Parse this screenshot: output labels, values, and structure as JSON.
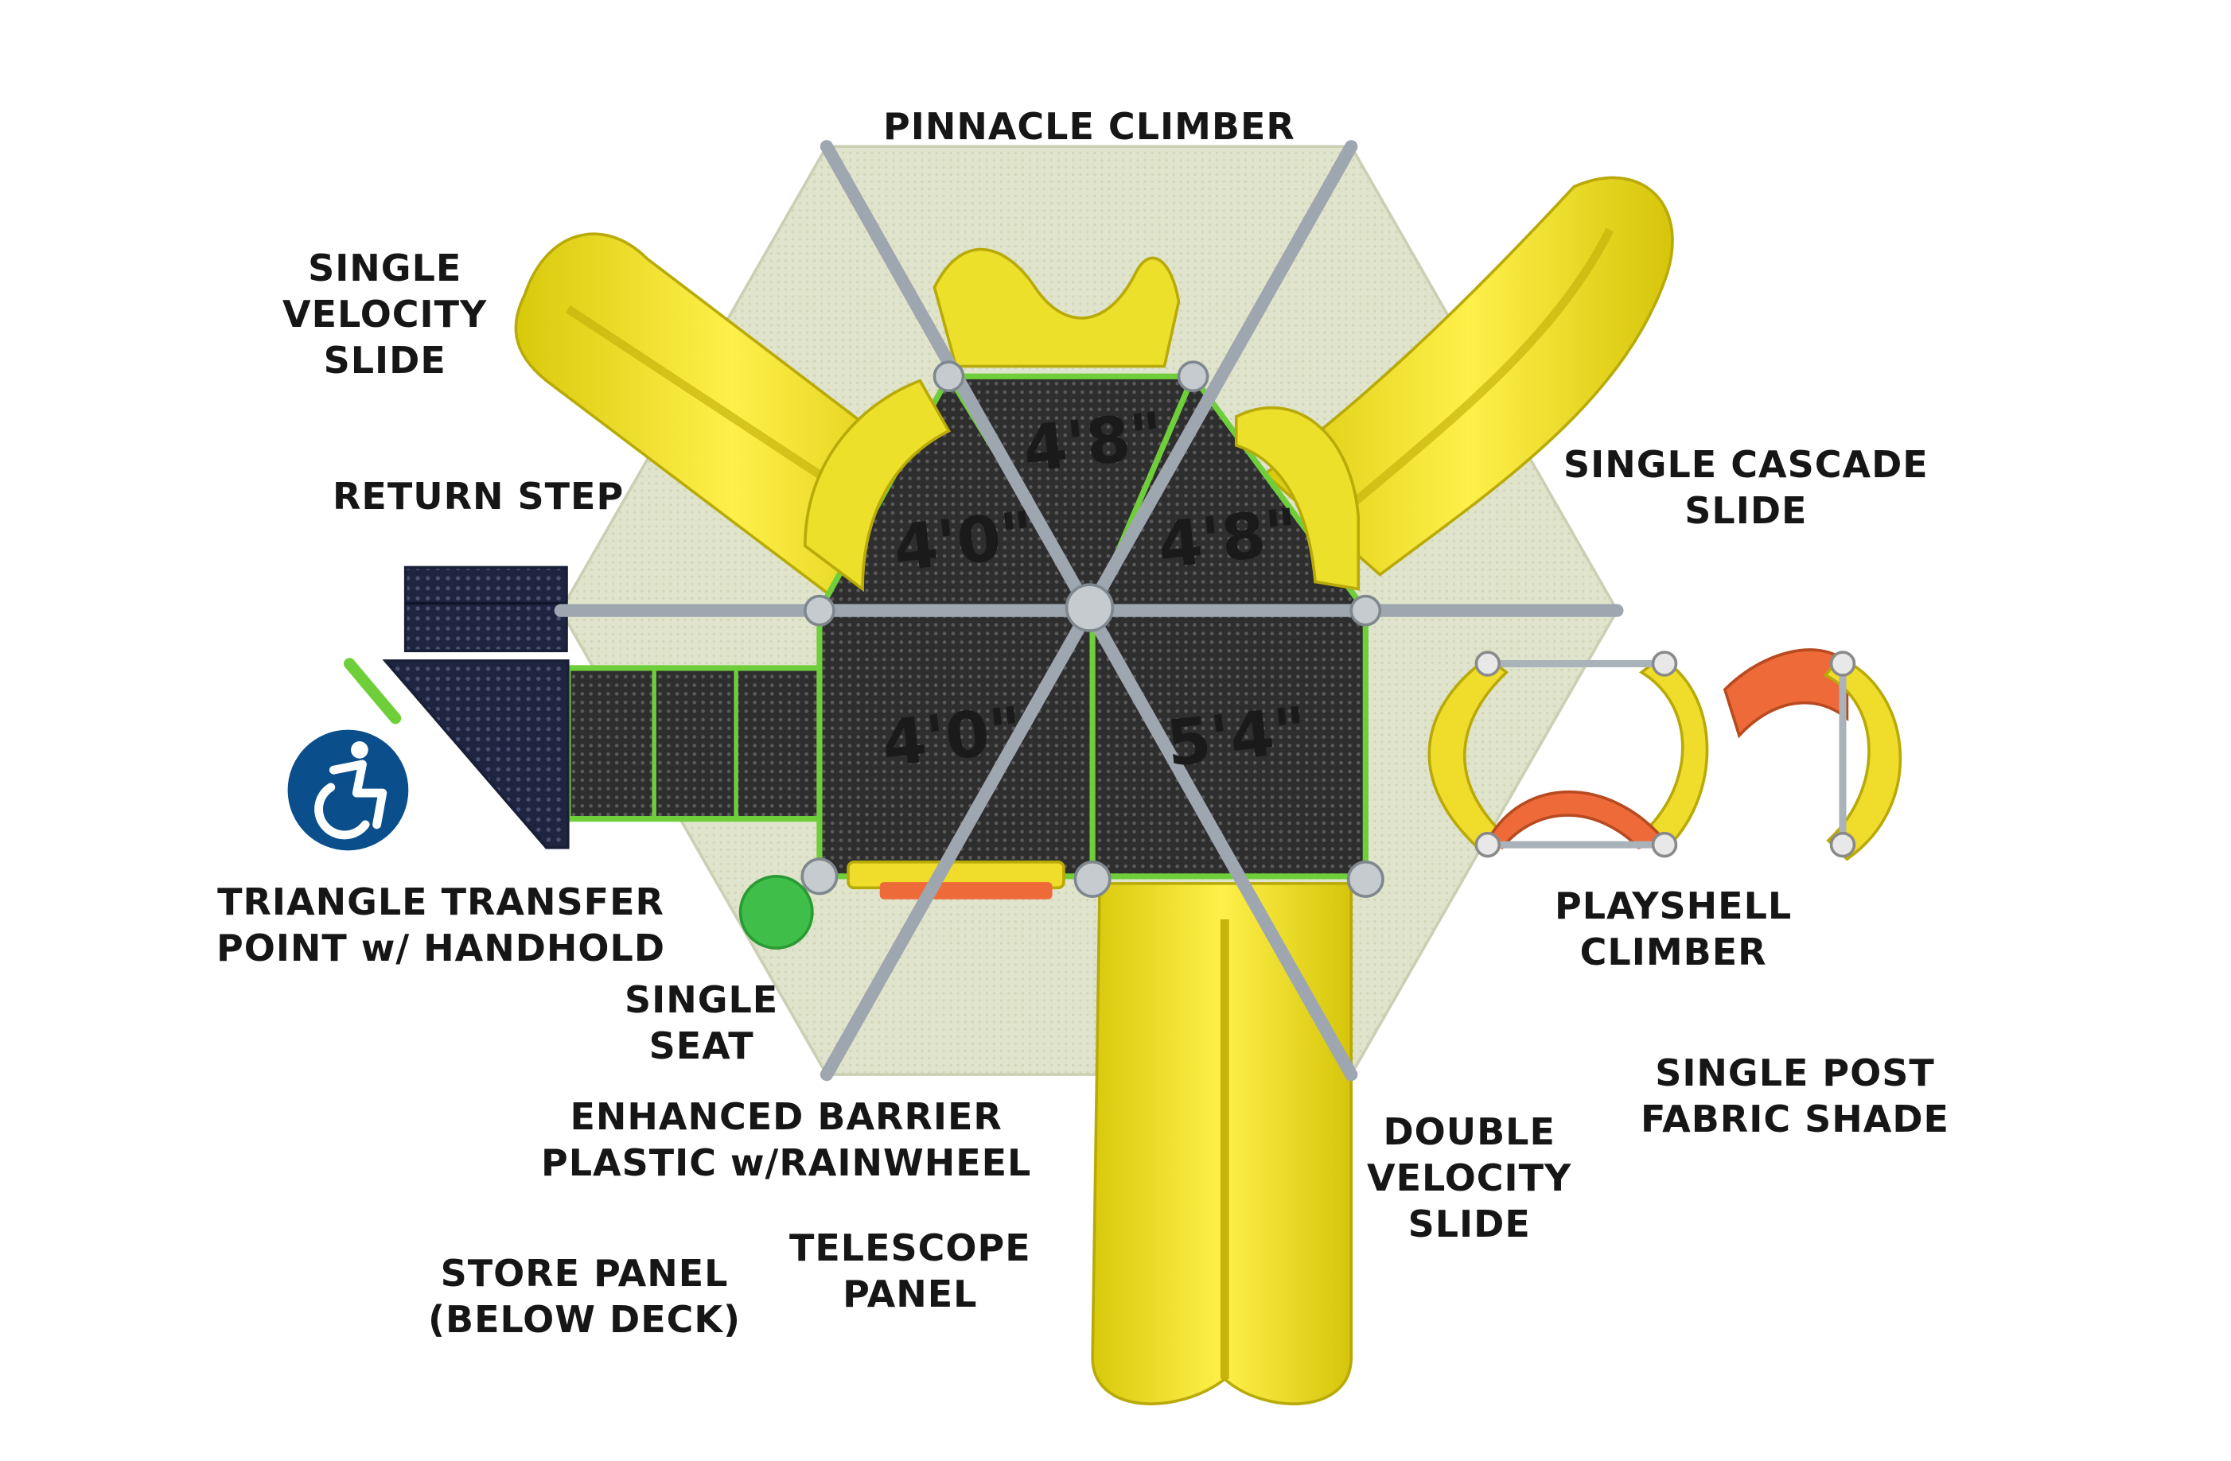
{
  "callouts": {
    "pinnacle_climber": [
      "PINNACLE CLIMBER"
    ],
    "single_velocity_slide": [
      "SINGLE",
      "VELOCITY",
      "SLIDE"
    ],
    "return_step": [
      "RETURN STEP"
    ],
    "single_cascade_slide": [
      "SINGLE CASCADE",
      "SLIDE"
    ],
    "triangle_transfer_point": [
      "TRIANGLE TRANSFER",
      "POINT w/ HANDHOLD"
    ],
    "single_seat": [
      "SINGLE",
      "SEAT"
    ],
    "enhanced_barrier": [
      "ENHANCED BARRIER",
      "PLASTIC w/RAINWHEEL"
    ],
    "store_panel": [
      "STORE PANEL",
      "(BELOW DECK)"
    ],
    "telescope_panel": [
      "TELESCOPE",
      "PANEL"
    ],
    "double_velocity_slide": [
      "DOUBLE",
      "VELOCITY",
      "SLIDE"
    ],
    "playshell_climber": [
      "PLAYSHELL",
      "CLIMBER"
    ],
    "single_post_fabric_shade": [
      "SINGLE POST",
      "FABRIC SHADE"
    ]
  },
  "deck_heights": {
    "top": "4'8\"",
    "upper_left": "4'0\"",
    "upper_right": "4'8\"",
    "lower_left": "4'0\"",
    "lower_right": "5'4\""
  },
  "icons": {
    "accessibility": "wheelchair-accessibility-icon"
  },
  "colors": {
    "slide_yellow": "#f2e21a",
    "deck_dark": "#2c2c2c",
    "frame_green": "#6fcf3a",
    "shade_fabric": "#dfe2c8",
    "steel_post": "#9ea7b0",
    "playshell_orange": "#ee6a38",
    "step_navy": "#232a45",
    "accessibility_blue": "#0a4f8c",
    "seat_green": "#3fbf4a"
  }
}
